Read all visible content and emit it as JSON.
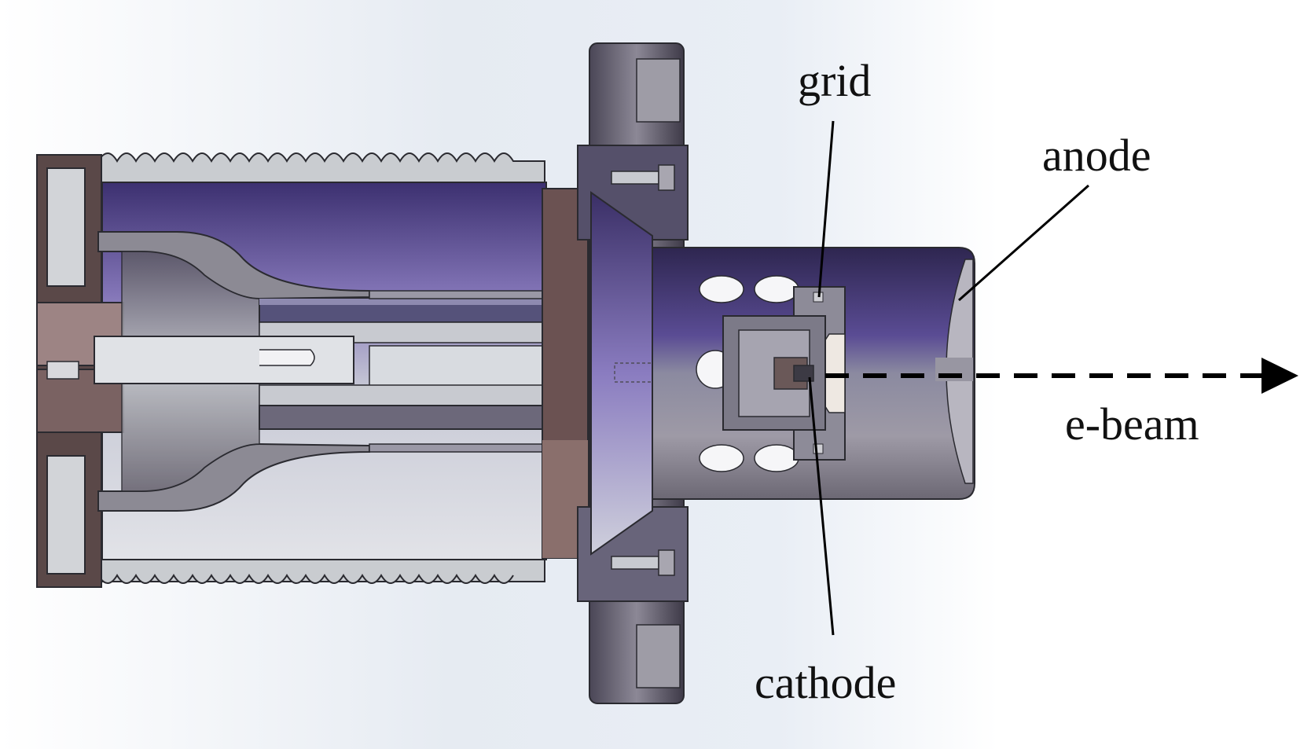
{
  "labels": {
    "grid": "grid",
    "anode": "anode",
    "cathode": "cathode",
    "beam": "e-beam"
  },
  "colors": {
    "steel_light": "#c4c8cc",
    "steel_mid": "#8e8a96",
    "steel_dark": "#4a4650",
    "purple_dark": "#3a2f66",
    "purple_mid": "#6c5ca8",
    "brown": "#7a5e5e",
    "outline": "#2a2a30"
  }
}
